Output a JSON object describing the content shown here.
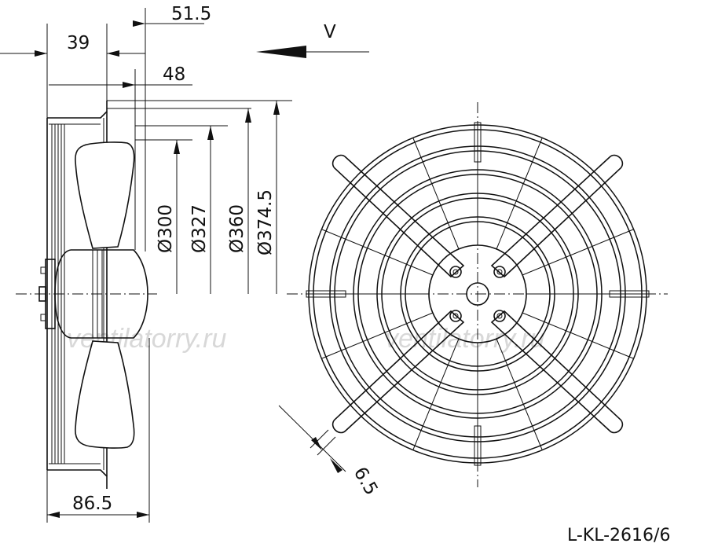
{
  "drawing_code": "L-KL-2616/6",
  "view_label": "V",
  "watermark": "ventilatorry.ru",
  "dimensions": {
    "width_51_5": "51.5",
    "width_39": "39",
    "width_48": "48",
    "width_86_5": "86.5",
    "slot_6_5": "6.5",
    "dia_300": "Ø300",
    "dia_327": "Ø327",
    "dia_360": "Ø360",
    "dia_374_5": "Ø374.5"
  }
}
